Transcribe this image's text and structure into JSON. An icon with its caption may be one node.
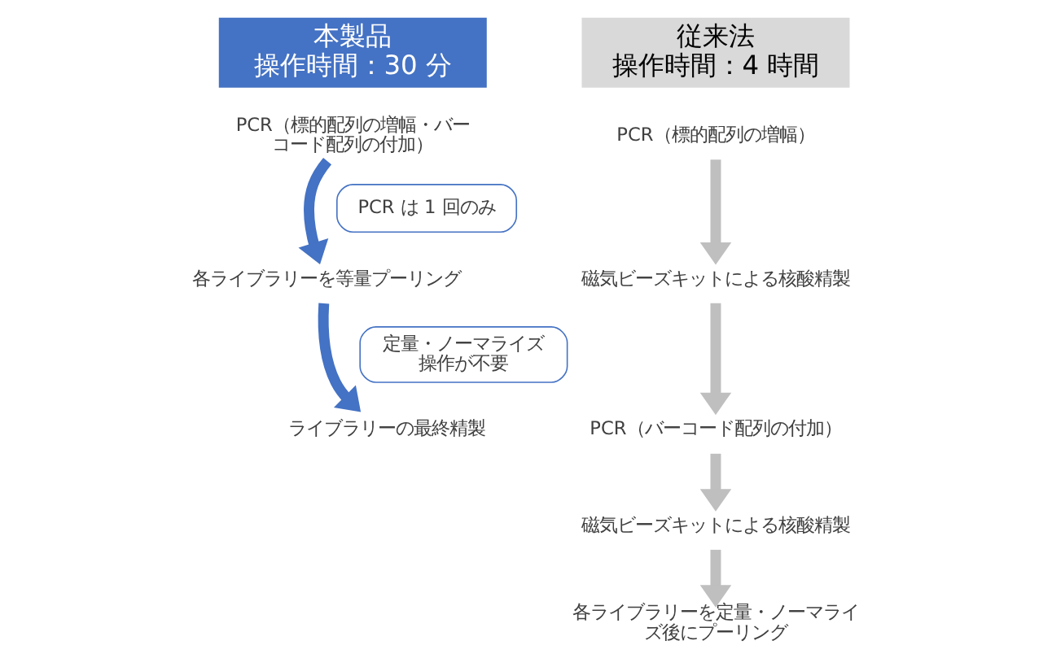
{
  "diagram": {
    "nodes": [
      {
        "text": [
          "本製品",
          "操作時間：30 分"
        ]
      },
      {
        "text": [
          "PCR（標的配列の増幅・バーコード配列の付加）"
        ]
      },
      {
        "text": [
          "各ライブラリーを等量プーリング"
        ]
      },
      {
        "text": [
          "ライブラリーの最終精製"
        ]
      },
      {
        "text": [
          "PCR は 1 回のみ"
        ]
      },
      {
        "text": [
          "定量・ノーマライズ操作が不要"
        ]
      },
      {
        "text": [
          "従来法",
          "操作時間：4 時間"
        ]
      },
      {
        "text": [
          "PCR（標的配列の増幅）"
        ]
      },
      {
        "text": [
          "磁気ビーズキットによる核酸精製"
        ]
      },
      {
        "text": [
          "PCR（バーコード配列の付加）"
        ]
      },
      {
        "text": [
          "磁気ビーズキットによる核酸精製"
        ]
      },
      {
        "text": [
          "各ライブラリーを定量・ノーマライズ後にプーリング"
        ]
      }
    ],
    "edges": [
      {
        "from": 1,
        "to": 2,
        "arrow": "to",
        "color": "#4472c4"
      },
      {
        "from": 2,
        "to": 3,
        "arrow": "to",
        "color": "#4472c4"
      },
      {
        "from": 7,
        "to": 8,
        "arrow": "to"
      },
      {
        "from": 8,
        "to": 9,
        "arrow": "to"
      },
      {
        "from": 9,
        "to": 10,
        "arrow": "to"
      },
      {
        "from": 10,
        "to": 11,
        "arrow": "to"
      }
    ]
  }
}
